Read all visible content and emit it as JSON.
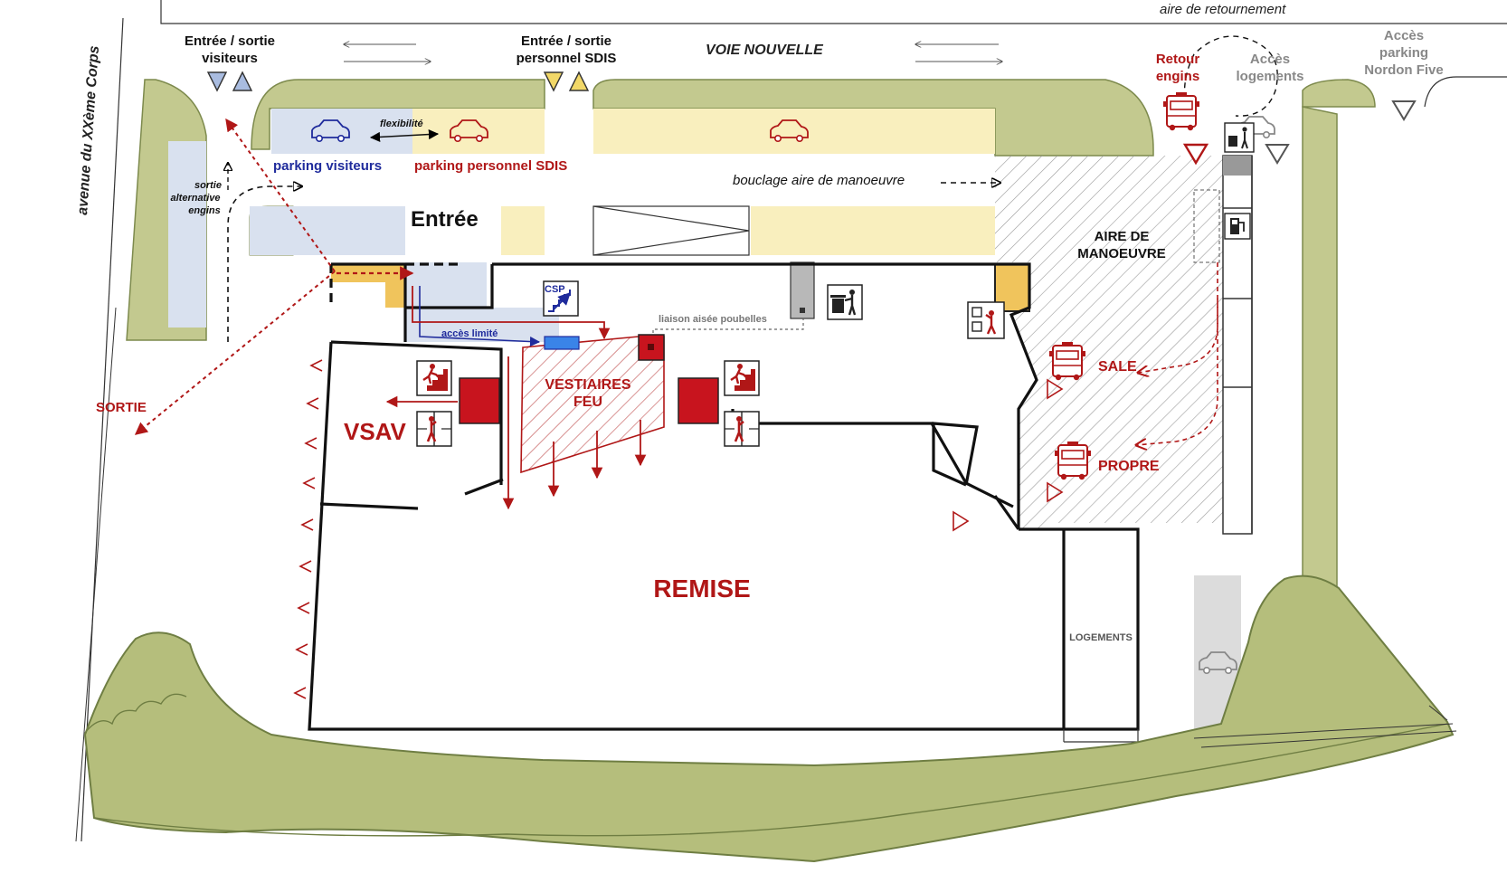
{
  "labels": {
    "top_road": "aire de retournement",
    "avenue": "avenue du XXème Corps",
    "voie_nouvelle": "VOIE NOUVELLE",
    "entree_visiteurs_1": "Entrée / sortie",
    "entree_visiteurs_2": "visiteurs",
    "entree_personnel_1": "Entrée / sortie",
    "entree_personnel_2": "personnel SDIS",
    "retour_engins_1": "Retour",
    "retour_engins_2": "engins",
    "acces_logements_1": "Accès",
    "acces_logements_2": "logements",
    "acces_parking_1": "Accès",
    "acces_parking_2": "parking",
    "acces_parking_3": "Nordon Five",
    "flexibilite": "flexibilité",
    "parking_visiteurs": "parking visiteurs",
    "parking_personnel": "parking personnel SDIS",
    "sortie_alt_1": "sortie",
    "sortie_alt_2": "alternative",
    "sortie_alt_3": "engins",
    "bouclage": "bouclage aire de manoeuvre",
    "entree": "Entrée",
    "aire_1": "AIRE DE",
    "aire_2": "MANOEUVRE",
    "csp": "CSP",
    "acces_limite": "accès limité",
    "liaison": "liaison aisée poubelles",
    "vestiaires_1": "VESTIAIRES",
    "vestiaires_2": "FEU",
    "vsav": "VSAV",
    "sortie": "SORTIE",
    "sale": "SALE",
    "propre": "PROPRE",
    "remise": "REMISE",
    "logements": "LOGEMENTS"
  },
  "icons": [
    "car-icon-visiteurs",
    "car-icon-personnel",
    "car-icon-personnel-2",
    "car-icon-logements",
    "car-icon-nordon",
    "fire-truck-icon-retour",
    "fire-truck-icon-sale",
    "fire-truck-icon-propre",
    "stairs-icon-csp",
    "stairs-exit-icon-left",
    "stairs-exit-icon-right",
    "pole-slide-icon-left",
    "pole-slide-icon-right",
    "trash-icon",
    "trash-icon-top",
    "fuel-pump-icon",
    "locker-icon"
  ],
  "colors": {
    "green_zone": "#c3c98f",
    "green_stroke": "#7d8a4d",
    "blue_parking": "#d9e1ef",
    "yellow_parking": "#f9efbe",
    "orange_zone": "#f0c45c",
    "red": "#b01717",
    "blue_route": "#1f2b9c"
  }
}
